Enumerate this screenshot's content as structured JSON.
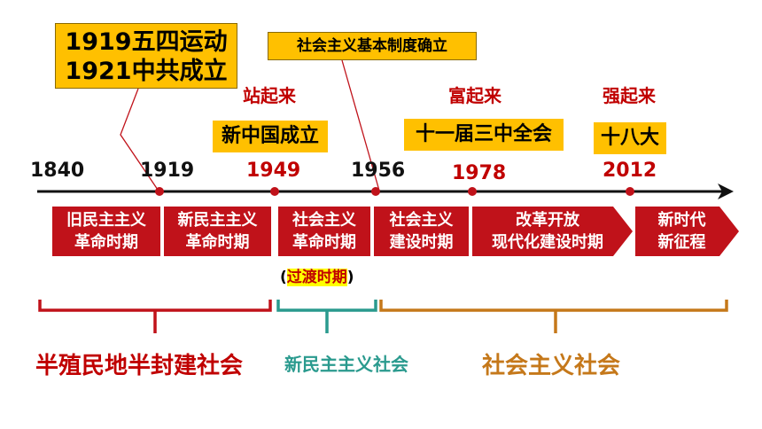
{
  "callouts": {
    "main_line1": "1919五四运动",
    "main_line2": "1921中共成立",
    "system": "社会主义基本制度确立"
  },
  "phases": {
    "stand_up": "站起来",
    "get_rich": "富起来",
    "get_strong": "强起来"
  },
  "events": {
    "new_china": "新中国成立",
    "third_plenum": "十一届三中全会",
    "eighteenth_congress": "十八大"
  },
  "years": [
    "1840",
    "1919",
    "1949",
    "1956",
    "1978",
    "2012"
  ],
  "periods": [
    {
      "line1": "旧民主主义",
      "line2": "革命时期"
    },
    {
      "line1": "新民主主义",
      "line2": "革命时期"
    },
    {
      "line1": "社会主义",
      "line2": "革命时期"
    },
    {
      "line1": "社会主义",
      "line2": "建设时期"
    },
    {
      "line1": "改革开放",
      "line2": "现代化建设时期"
    },
    {
      "line1": "新时代",
      "line2": "新征程"
    }
  ],
  "transition": {
    "open": "(",
    "label": "过渡时期",
    "close": ")"
  },
  "societies": {
    "semi_colonial": "半殖民地半封建社会",
    "new_democratic": "新民主主义社会",
    "socialist": "社会主义社会"
  },
  "colors": {
    "dark_red": "#C00000",
    "box_red": "#C0121A",
    "gold": "#FFC000",
    "teal": "#2A9A8E",
    "orange": "#C5781A"
  }
}
